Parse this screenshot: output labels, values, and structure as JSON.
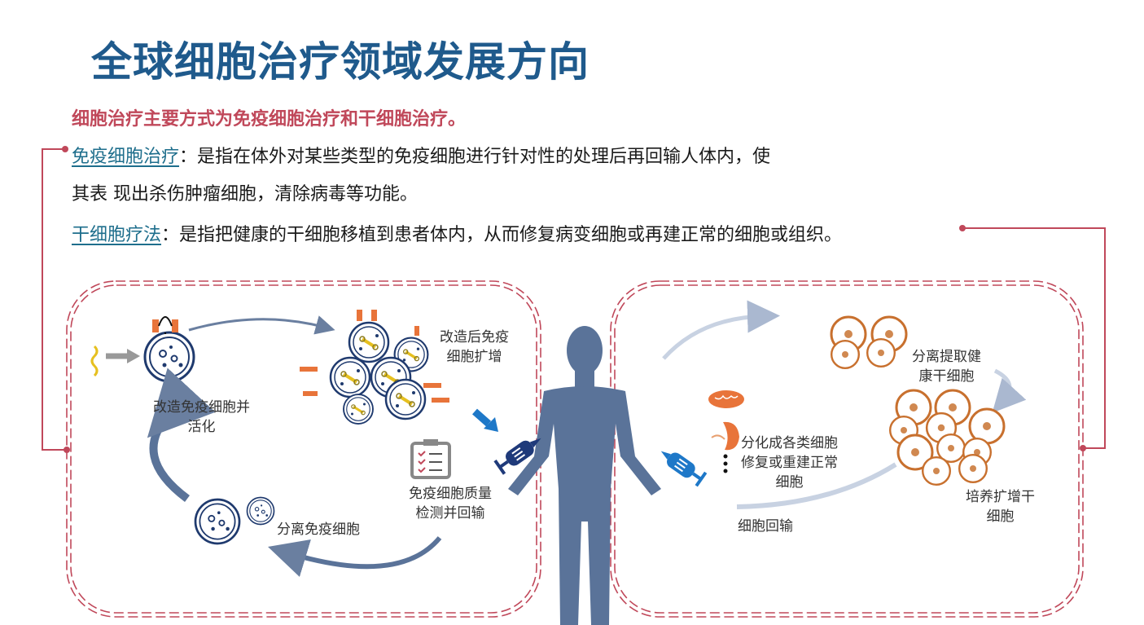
{
  "header": {
    "title": "全球细胞治疗领域发展方向",
    "subtitle": "细胞治疗主要方式为免疫细胞治疗和干细胞治疗。"
  },
  "definitions": [
    {
      "term": "免疫细胞治疗",
      "line1": "：是指在体外对某些类型的免疫细胞进行针对性的处理后再回输人体内，使",
      "line2": "其表 现出杀伤肿瘤细胞，清除病毒等功能。"
    },
    {
      "term": "干细胞疗法",
      "line1": "：是指把健康的干细胞移植到患者体内，从而修复病变细胞或再建正常的细胞或组织。"
    }
  ],
  "immune_panel": {
    "labels": {
      "step_modify": [
        "改造免疫细胞并",
        "活化"
      ],
      "step_expand": [
        "改造后免疫",
        "细胞扩增"
      ],
      "step_check": [
        "免疫细胞质量",
        "检测并回输"
      ],
      "step_isolate": [
        "分离免疫细胞"
      ]
    }
  },
  "stem_panel": {
    "labels": {
      "step_isolate": [
        "分离提取健",
        "康干细胞"
      ],
      "step_culture": [
        "培养扩增干",
        "细胞"
      ],
      "step_differentiate": [
        "分化成各类细胞",
        "修复或重建正常",
        "细胞"
      ],
      "step_reinfuse": [
        "细胞回输"
      ]
    }
  },
  "colors": {
    "title_blue": "#1f5a8c",
    "accent_red": "#c0485a",
    "term_teal": "#1e6e8c",
    "body_silhouette": "#5a7399",
    "cell_orange": "#c8702e",
    "immune_cell_navy": "#1f3a6e",
    "syringe_dark": "#1f3a7a",
    "syringe_light": "#1e78c8"
  }
}
